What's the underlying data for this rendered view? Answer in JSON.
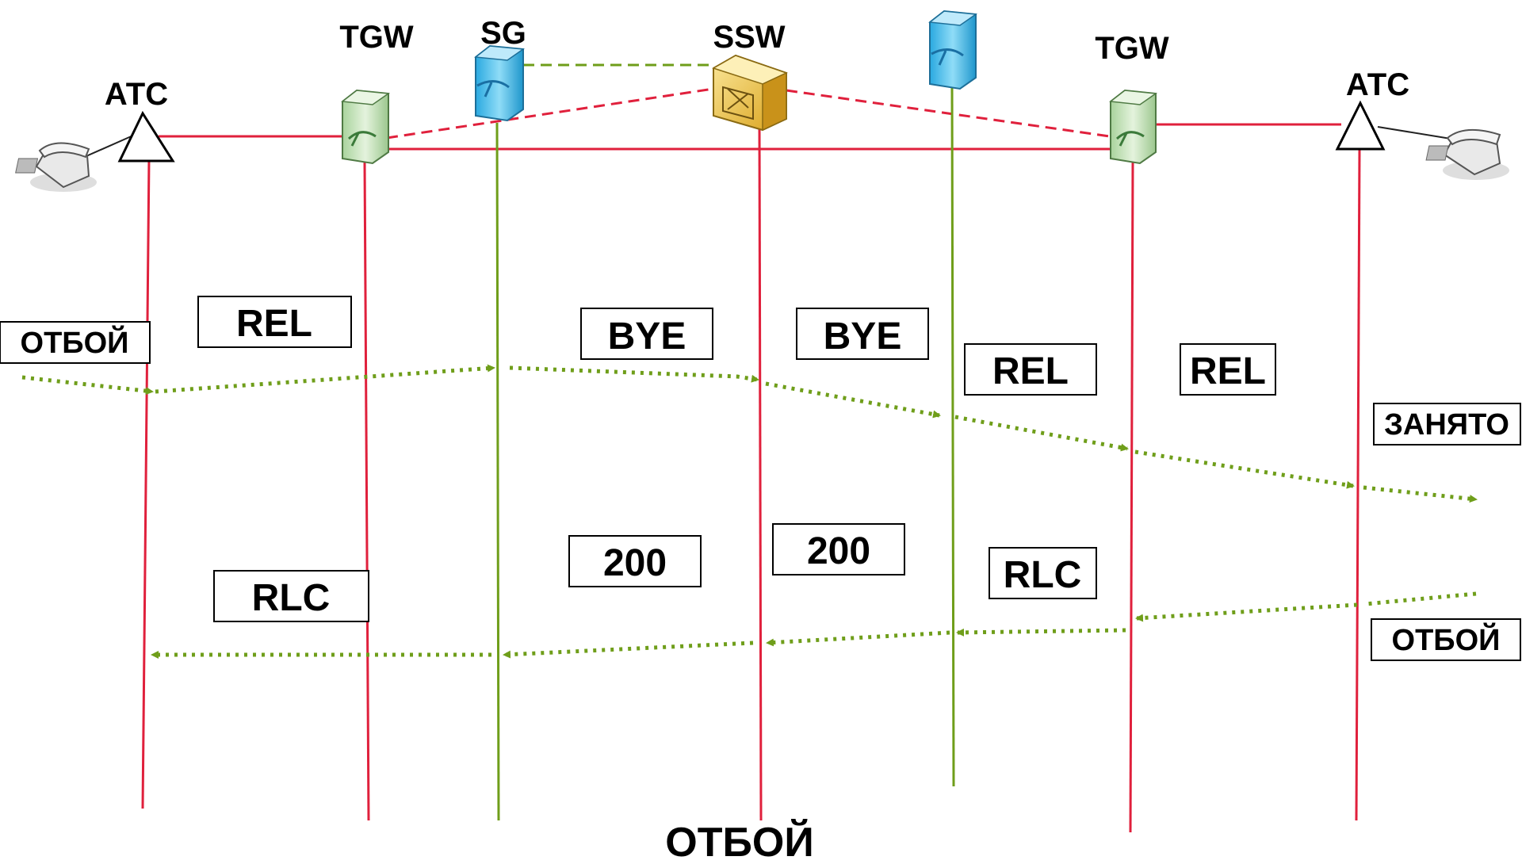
{
  "nodes": {
    "atc_left": {
      "label": "АТС",
      "type": "exchange"
    },
    "tgw_left": {
      "label": "TGW",
      "type": "trunk-gateway"
    },
    "sg_left": {
      "label": "SG",
      "type": "signaling-gateway"
    },
    "ssw": {
      "label": "SSW",
      "type": "softswitch"
    },
    "sg_right": {
      "label": "",
      "type": "signaling-gateway"
    },
    "tgw_right": {
      "label": "TGW",
      "type": "trunk-gateway"
    },
    "atc_right": {
      "label": "АТС",
      "type": "exchange"
    }
  },
  "messages": {
    "otboy_left": "ОТБОЙ",
    "rel_1": "REL",
    "bye_1": "BYE",
    "bye_2": "BYE",
    "rel_2": "REL",
    "rel_3": "REL",
    "zanyato": "ЗАНЯТО",
    "r200_1": "200",
    "r200_2": "200",
    "rlc_right": "RLC",
    "rlc_left": "RLC",
    "otboy_right": "ОТБОЙ"
  },
  "footer_title": "ОТБОЙ",
  "icons": {
    "phone_left": "telephone-icon",
    "phone_right": "telephone-icon",
    "server": "server-icon",
    "softswitch": "softswitch-icon"
  },
  "colors": {
    "lifeline_red": "#e0203c",
    "lifeline_green": "#6f9e1a",
    "arrow_green": "#6f9e1a",
    "link_red_dashed": "#e0203c",
    "link_green_dashed": "#6f9e1a",
    "tgw_fill": "#cde7c4",
    "sg_fill": "#5fc6ee",
    "ssw_fill": "#f2c23e"
  }
}
